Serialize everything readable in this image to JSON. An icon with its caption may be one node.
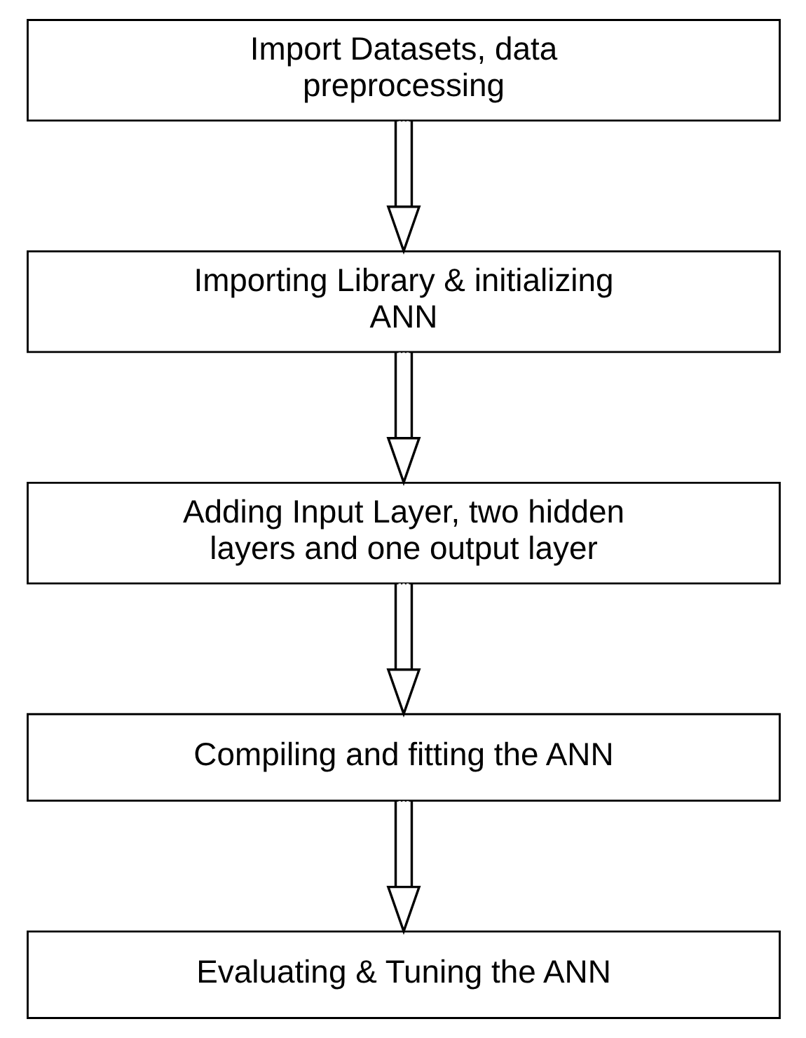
{
  "diagram": {
    "nodes": [
      {
        "text": [
          "Import Datasets, data preprocessing"
        ]
      },
      {
        "text": [
          "Importing Library & initializing ANN"
        ]
      },
      {
        "text": [
          "Adding Input Layer, two hidden layers and one output layer"
        ]
      },
      {
        "text": [
          "Compiling and fitting the ANN"
        ]
      },
      {
        "text": [
          "Evaluating & Tuning the ANN"
        ]
      }
    ],
    "edges": [
      {
        "from": 0,
        "to": 1,
        "arrow": "to"
      },
      {
        "from": 1,
        "to": 2,
        "arrow": "to"
      },
      {
        "from": 2,
        "to": 3,
        "arrow": "to"
      },
      {
        "from": 3,
        "to": 4,
        "arrow": "to"
      }
    ]
  }
}
